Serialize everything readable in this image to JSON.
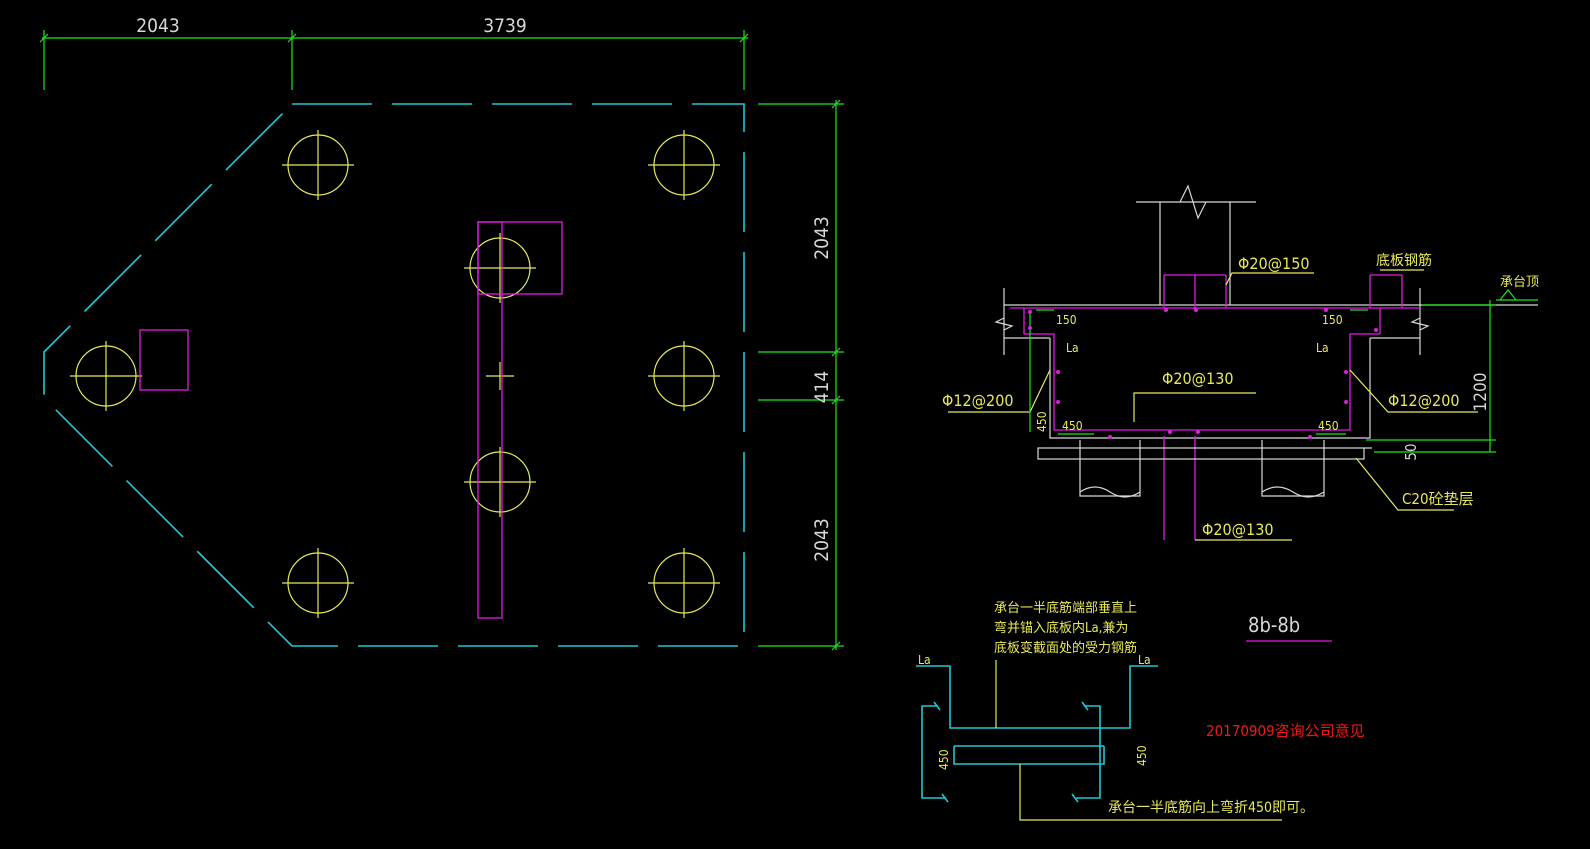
{
  "drawing": {
    "dim_top_left": "2043",
    "dim_top_right": "3739",
    "dim_right_top": "2043",
    "dim_right_mid": "414",
    "dim_right_bottom": "2043",
    "sec_label_phi20_150": "Φ20@150",
    "sec_label_base_rebar": "底板钢筋",
    "sec_label_cap_top": "承台顶",
    "sec_label_150_left": "150",
    "sec_label_150_right": "150",
    "sec_label_la_left": "La",
    "sec_label_la_right": "La",
    "sec_label_phi20_130_top": "Φ20@130",
    "sec_label_phi12_left": "Φ12@200",
    "sec_label_phi12_right": "Φ12@200",
    "sec_label_450_v": "450",
    "sec_label_450_bl": "450",
    "sec_label_450_br": "450",
    "sec_label_1200": "1200",
    "sec_label_50": "50",
    "sec_label_c20": "C20砼垫层",
    "sec_label_phi20_130_bot": "Φ20@130",
    "section_title": "8b-8b",
    "note_line1": "承台一半底筋端部垂直上",
    "note_line2": "弯并锚入底板内La,兼为",
    "note_line3": "底板变截面处的受力钢筋",
    "note_la_left": "La",
    "note_la_right": "La",
    "note_450_left": "450",
    "note_450_right": "450",
    "note_bottom": "承台一半底筋向上弯折450即可。",
    "consult_note": "20170909咨询公司意见"
  }
}
